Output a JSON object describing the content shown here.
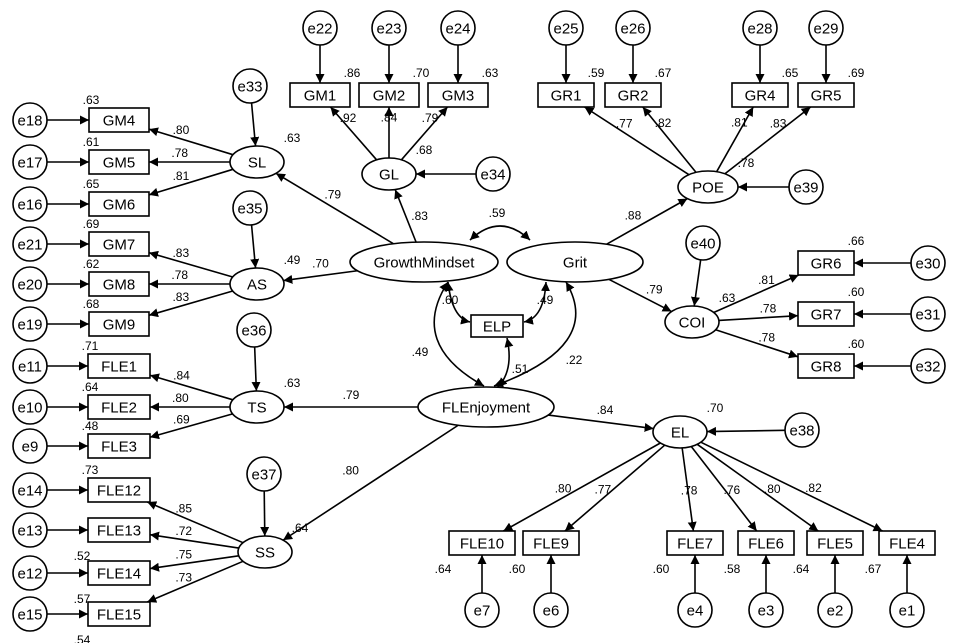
{
  "nodes": [
    {
      "id": "GM1",
      "label": "GM1",
      "kind": "indicator"
    },
    {
      "id": "GM2",
      "label": "GM2",
      "kind": "indicator"
    },
    {
      "id": "GM3",
      "label": "GM3",
      "kind": "indicator"
    },
    {
      "id": "GM4",
      "label": "GM4",
      "kind": "indicator"
    },
    {
      "id": "GM5",
      "label": "GM5",
      "kind": "indicator"
    },
    {
      "id": "GM6",
      "label": "GM6",
      "kind": "indicator"
    },
    {
      "id": "GM7",
      "label": "GM7",
      "kind": "indicator"
    },
    {
      "id": "GM8",
      "label": "GM8",
      "kind": "indicator"
    },
    {
      "id": "GM9",
      "label": "GM9",
      "kind": "indicator"
    },
    {
      "id": "GR1",
      "label": "GR1",
      "kind": "indicator"
    },
    {
      "id": "GR2",
      "label": "GR2",
      "kind": "indicator"
    },
    {
      "id": "GR4",
      "label": "GR4",
      "kind": "indicator"
    },
    {
      "id": "GR5",
      "label": "GR5",
      "kind": "indicator"
    },
    {
      "id": "GR6",
      "label": "GR6",
      "kind": "indicator"
    },
    {
      "id": "GR7",
      "label": "GR7",
      "kind": "indicator"
    },
    {
      "id": "GR8",
      "label": "GR8",
      "kind": "indicator"
    },
    {
      "id": "FLE1",
      "label": "FLE1",
      "kind": "indicator"
    },
    {
      "id": "FLE2",
      "label": "FLE2",
      "kind": "indicator"
    },
    {
      "id": "FLE3",
      "label": "FLE3",
      "kind": "indicator"
    },
    {
      "id": "FLE12",
      "label": "FLE12",
      "kind": "indicator"
    },
    {
      "id": "FLE13",
      "label": "FLE13",
      "kind": "indicator"
    },
    {
      "id": "FLE14",
      "label": "FLE14",
      "kind": "indicator"
    },
    {
      "id": "FLE15",
      "label": "FLE15",
      "kind": "indicator"
    },
    {
      "id": "FLE10",
      "label": "FLE10",
      "kind": "indicator"
    },
    {
      "id": "FLE9",
      "label": "FLE9",
      "kind": "indicator"
    },
    {
      "id": "FLE7",
      "label": "FLE7",
      "kind": "indicator"
    },
    {
      "id": "FLE6",
      "label": "FLE6",
      "kind": "indicator"
    },
    {
      "id": "FLE5",
      "label": "FLE5",
      "kind": "indicator"
    },
    {
      "id": "FLE4",
      "label": "FLE4",
      "kind": "indicator"
    },
    {
      "id": "ELP",
      "label": "ELP",
      "kind": "indicator"
    },
    {
      "id": "SL",
      "label": "SL",
      "kind": "latent"
    },
    {
      "id": "GL",
      "label": "GL",
      "kind": "latent"
    },
    {
      "id": "AS",
      "label": "AS",
      "kind": "latent"
    },
    {
      "id": "POE",
      "label": "POE",
      "kind": "latent"
    },
    {
      "id": "COI",
      "label": "COI",
      "kind": "latent"
    },
    {
      "id": "TS",
      "label": "TS",
      "kind": "latent"
    },
    {
      "id": "SS",
      "label": "SS",
      "kind": "latent"
    },
    {
      "id": "EL",
      "label": "EL",
      "kind": "latent"
    },
    {
      "id": "GrowthMindset",
      "label": "GrowthMindset",
      "kind": "latent"
    },
    {
      "id": "Grit",
      "label": "Grit",
      "kind": "latent"
    },
    {
      "id": "FLEnjoyment",
      "label": "FLEnjoyment",
      "kind": "latent"
    },
    {
      "id": "e1",
      "label": "e1",
      "kind": "error"
    },
    {
      "id": "e2",
      "label": "e2",
      "kind": "error"
    },
    {
      "id": "e3",
      "label": "e3",
      "kind": "error"
    },
    {
      "id": "e4",
      "label": "e4",
      "kind": "error"
    },
    {
      "id": "e6",
      "label": "e6",
      "kind": "error"
    },
    {
      "id": "e7",
      "label": "e7",
      "kind": "error"
    },
    {
      "id": "e9",
      "label": "e9",
      "kind": "error"
    },
    {
      "id": "e10",
      "label": "e10",
      "kind": "error"
    },
    {
      "id": "e11",
      "label": "e11",
      "kind": "error"
    },
    {
      "id": "e12",
      "label": "e12",
      "kind": "error"
    },
    {
      "id": "e13",
      "label": "e13",
      "kind": "error"
    },
    {
      "id": "e14",
      "label": "e14",
      "kind": "error"
    },
    {
      "id": "e15",
      "label": "e15",
      "kind": "error"
    },
    {
      "id": "e16",
      "label": "e16",
      "kind": "error"
    },
    {
      "id": "e17",
      "label": "e17",
      "kind": "error"
    },
    {
      "id": "e18",
      "label": "e18",
      "kind": "error"
    },
    {
      "id": "e19",
      "label": "e19",
      "kind": "error"
    },
    {
      "id": "e20",
      "label": "e20",
      "kind": "error"
    },
    {
      "id": "e21",
      "label": "e21",
      "kind": "error"
    },
    {
      "id": "e22",
      "label": "e22",
      "kind": "error"
    },
    {
      "id": "e23",
      "label": "e23",
      "kind": "error"
    },
    {
      "id": "e24",
      "label": "e24",
      "kind": "error"
    },
    {
      "id": "e25",
      "label": "e25",
      "kind": "error"
    },
    {
      "id": "e26",
      "label": "e26",
      "kind": "error"
    },
    {
      "id": "e28",
      "label": "e28",
      "kind": "error"
    },
    {
      "id": "e29",
      "label": "e29",
      "kind": "error"
    },
    {
      "id": "e30",
      "label": "e30",
      "kind": "error"
    },
    {
      "id": "e31",
      "label": "e31",
      "kind": "error"
    },
    {
      "id": "e32",
      "label": "e32",
      "kind": "error"
    },
    {
      "id": "e33",
      "label": "e33",
      "kind": "error"
    },
    {
      "id": "e34",
      "label": "e34",
      "kind": "error"
    },
    {
      "id": "e35",
      "label": "e35",
      "kind": "error"
    },
    {
      "id": "e36",
      "label": "e36",
      "kind": "error"
    },
    {
      "id": "e37",
      "label": "e37",
      "kind": "error"
    },
    {
      "id": "e38",
      "label": "e38",
      "kind": "error"
    },
    {
      "id": "e39",
      "label": "e39",
      "kind": "error"
    },
    {
      "id": "e40",
      "label": "e40",
      "kind": "error"
    }
  ],
  "edges": [
    {
      "from": "GrowthMindset",
      "to": "SL",
      "coef": ".79"
    },
    {
      "from": "GrowthMindset",
      "to": "GL",
      "coef": ".83"
    },
    {
      "from": "GrowthMindset",
      "to": "AS",
      "coef": ".70"
    },
    {
      "from": "Grit",
      "to": "POE",
      "coef": ".88"
    },
    {
      "from": "Grit",
      "to": "COI",
      "coef": ".79"
    },
    {
      "from": "FLEnjoyment",
      "to": "TS",
      "coef": ".79"
    },
    {
      "from": "FLEnjoyment",
      "to": "SS",
      "coef": ".80"
    },
    {
      "from": "FLEnjoyment",
      "to": "EL",
      "coef": ".84"
    },
    {
      "from": "SL",
      "to": "GM4",
      "coef": ".80"
    },
    {
      "from": "SL",
      "to": "GM5",
      "coef": ".78"
    },
    {
      "from": "SL",
      "to": "GM6",
      "coef": ".81"
    },
    {
      "from": "GL",
      "to": "GM1",
      "coef": ".92"
    },
    {
      "from": "GL",
      "to": "GM2",
      "coef": ".84"
    },
    {
      "from": "GL",
      "to": "GM3",
      "coef": ".79"
    },
    {
      "from": "AS",
      "to": "GM7",
      "coef": ".83"
    },
    {
      "from": "AS",
      "to": "GM8",
      "coef": ".78"
    },
    {
      "from": "AS",
      "to": "GM9",
      "coef": ".83"
    },
    {
      "from": "POE",
      "to": "GR1",
      "coef": ".77"
    },
    {
      "from": "POE",
      "to": "GR2",
      "coef": ".82"
    },
    {
      "from": "POE",
      "to": "GR4",
      "coef": ".81"
    },
    {
      "from": "POE",
      "to": "GR5",
      "coef": ".83"
    },
    {
      "from": "COI",
      "to": "GR6",
      "coef": ".81"
    },
    {
      "from": "COI",
      "to": "GR7",
      "coef": ".78"
    },
    {
      "from": "COI",
      "to": "GR8",
      "coef": ".78"
    },
    {
      "from": "TS",
      "to": "FLE1",
      "coef": ".84"
    },
    {
      "from": "TS",
      "to": "FLE2",
      "coef": ".80"
    },
    {
      "from": "TS",
      "to": "FLE3",
      "coef": ".69"
    },
    {
      "from": "SS",
      "to": "FLE12",
      "coef": ".85"
    },
    {
      "from": "SS",
      "to": "FLE13",
      "coef": ".72"
    },
    {
      "from": "SS",
      "to": "FLE14",
      "coef": ".75"
    },
    {
      "from": "SS",
      "to": "FLE15",
      "coef": ".73"
    },
    {
      "from": "EL",
      "to": "FLE10",
      "coef": ".80"
    },
    {
      "from": "EL",
      "to": "FLE9",
      "coef": ".77"
    },
    {
      "from": "EL",
      "to": "FLE7",
      "coef": ".78"
    },
    {
      "from": "EL",
      "to": "FLE6",
      "coef": ".76"
    },
    {
      "from": "EL",
      "to": "FLE5",
      "coef": ".80"
    },
    {
      "from": "EL",
      "to": "FLE4",
      "coef": ".82"
    },
    {
      "from": "e22",
      "to": "GM1",
      "coef": ""
    },
    {
      "from": "e23",
      "to": "GM2",
      "coef": ""
    },
    {
      "from": "e24",
      "to": "GM3",
      "coef": ""
    },
    {
      "from": "e18",
      "to": "GM4",
      "coef": ""
    },
    {
      "from": "e17",
      "to": "GM5",
      "coef": ""
    },
    {
      "from": "e16",
      "to": "GM6",
      "coef": ""
    },
    {
      "from": "e21",
      "to": "GM7",
      "coef": ""
    },
    {
      "from": "e20",
      "to": "GM8",
      "coef": ""
    },
    {
      "from": "e19",
      "to": "GM9",
      "coef": ""
    },
    {
      "from": "e25",
      "to": "GR1",
      "coef": ""
    },
    {
      "from": "e26",
      "to": "GR2",
      "coef": ""
    },
    {
      "from": "e28",
      "to": "GR4",
      "coef": ""
    },
    {
      "from": "e29",
      "to": "GR5",
      "coef": ""
    },
    {
      "from": "e30",
      "to": "GR6",
      "coef": ""
    },
    {
      "from": "e31",
      "to": "GR7",
      "coef": ""
    },
    {
      "from": "e32",
      "to": "GR8",
      "coef": ""
    },
    {
      "from": "e11",
      "to": "FLE1",
      "coef": ""
    },
    {
      "from": "e10",
      "to": "FLE2",
      "coef": ""
    },
    {
      "from": "e9",
      "to": "FLE3",
      "coef": ""
    },
    {
      "from": "e14",
      "to": "FLE12",
      "coef": ""
    },
    {
      "from": "e13",
      "to": "FLE13",
      "coef": ""
    },
    {
      "from": "e12",
      "to": "FLE14",
      "coef": ""
    },
    {
      "from": "e15",
      "to": "FLE15",
      "coef": ""
    },
    {
      "from": "e7",
      "to": "FLE10",
      "coef": ""
    },
    {
      "from": "e6",
      "to": "FLE9",
      "coef": ""
    },
    {
      "from": "e4",
      "to": "FLE7",
      "coef": ""
    },
    {
      "from": "e3",
      "to": "FLE6",
      "coef": ""
    },
    {
      "from": "e2",
      "to": "FLE5",
      "coef": ""
    },
    {
      "from": "e1",
      "to": "FLE4",
      "coef": ""
    },
    {
      "from": "e33",
      "to": "SL",
      "coef": ""
    },
    {
      "from": "e34",
      "to": "GL",
      "coef": ""
    },
    {
      "from": "e35",
      "to": "AS",
      "coef": ""
    },
    {
      "from": "e36",
      "to": "TS",
      "coef": ""
    },
    {
      "from": "e37",
      "to": "SS",
      "coef": ""
    },
    {
      "from": "e38",
      "to": "EL",
      "coef": ""
    },
    {
      "from": "e39",
      "to": "POE",
      "coef": ""
    },
    {
      "from": "e40",
      "to": "COI",
      "coef": ""
    }
  ],
  "covariances": [
    {
      "a": "GrowthMindset",
      "b": "Grit",
      "coef": ".59"
    },
    {
      "a": "GrowthMindset",
      "b": "ELP",
      "coef": ".60"
    },
    {
      "a": "Grit",
      "b": "ELP",
      "coef": ".49"
    },
    {
      "a": "FLEnjoyment",
      "b": "ELP",
      "coef": ".51"
    },
    {
      "a": "GrowthMindset",
      "b": "FLEnjoyment",
      "coef": ".49"
    },
    {
      "a": "Grit",
      "b": "FLEnjoyment",
      "coef": ".22"
    }
  ],
  "r_squared": [
    {
      "node": "GM1",
      "value": ".86"
    },
    {
      "node": "GM2",
      "value": ".70"
    },
    {
      "node": "GM3",
      "value": ".63"
    },
    {
      "node": "GM4",
      "value": ".63"
    },
    {
      "node": "GM5",
      "value": ".61"
    },
    {
      "node": "GM6",
      "value": ".65"
    },
    {
      "node": "GM7",
      "value": ".69"
    },
    {
      "node": "GM8",
      "value": ".62"
    },
    {
      "node": "GM9",
      "value": ".68"
    },
    {
      "node": "GR1",
      "value": ".59"
    },
    {
      "node": "GR2",
      "value": ".67"
    },
    {
      "node": "GR4",
      "value": ".65"
    },
    {
      "node": "GR5",
      "value": ".69"
    },
    {
      "node": "GR6",
      "value": ".66"
    },
    {
      "node": "GR7",
      "value": ".60"
    },
    {
      "node": "GR8",
      "value": ".60"
    },
    {
      "node": "FLE1",
      "value": ".71"
    },
    {
      "node": "FLE2",
      "value": ".64"
    },
    {
      "node": "FLE3",
      "value": ".48"
    },
    {
      "node": "FLE12",
      "value": ".73"
    },
    {
      "node": "FLE13",
      "value": ".52"
    },
    {
      "node": "FLE14",
      "value": ".57"
    },
    {
      "node": "FLE15",
      "value": ".54"
    },
    {
      "node": "FLE10",
      "value": ".64"
    },
    {
      "node": "FLE9",
      "value": ".60"
    },
    {
      "node": "FLE7",
      "value": ".60"
    },
    {
      "node": "FLE6",
      "value": ".58"
    },
    {
      "node": "FLE5",
      "value": ".64"
    },
    {
      "node": "FLE4",
      "value": ".67"
    },
    {
      "node": "SL",
      "value": ".63"
    },
    {
      "node": "GL",
      "value": ".68"
    },
    {
      "node": "AS",
      "value": ".49"
    },
    {
      "node": "POE",
      "value": ".78"
    },
    {
      "node": "COI",
      "value": ".63"
    },
    {
      "node": "TS",
      "value": ".63"
    },
    {
      "node": "SS",
      "value": ".64"
    },
    {
      "node": "EL",
      "value": ".70"
    }
  ]
}
